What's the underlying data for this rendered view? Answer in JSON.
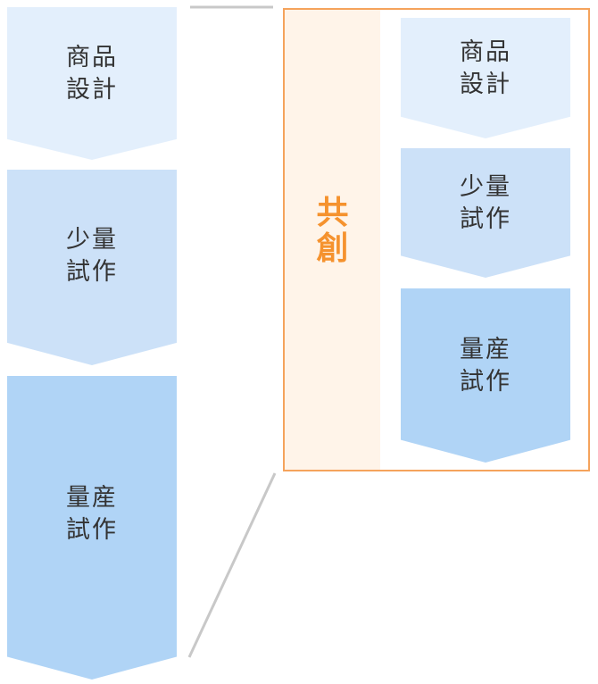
{
  "left_column": {
    "steps": [
      {
        "label": "商品\n設計"
      },
      {
        "label": "少量\n試作"
      },
      {
        "label": "量産\n試作"
      }
    ]
  },
  "cocreation": {
    "label": "共\n創",
    "accent_color": "#f5922e",
    "steps": [
      {
        "label": "商品\n設計"
      },
      {
        "label": "少量\n試作"
      },
      {
        "label": "量産\n試作"
      }
    ]
  },
  "colors": {
    "step_light": "#e3effc",
    "step_mid": "#cce1f8",
    "step_dark": "#b0d4f6",
    "border_orange": "#f5a35c",
    "band_fill": "#fff4e9",
    "connector_gray": "#c8c8c8"
  }
}
